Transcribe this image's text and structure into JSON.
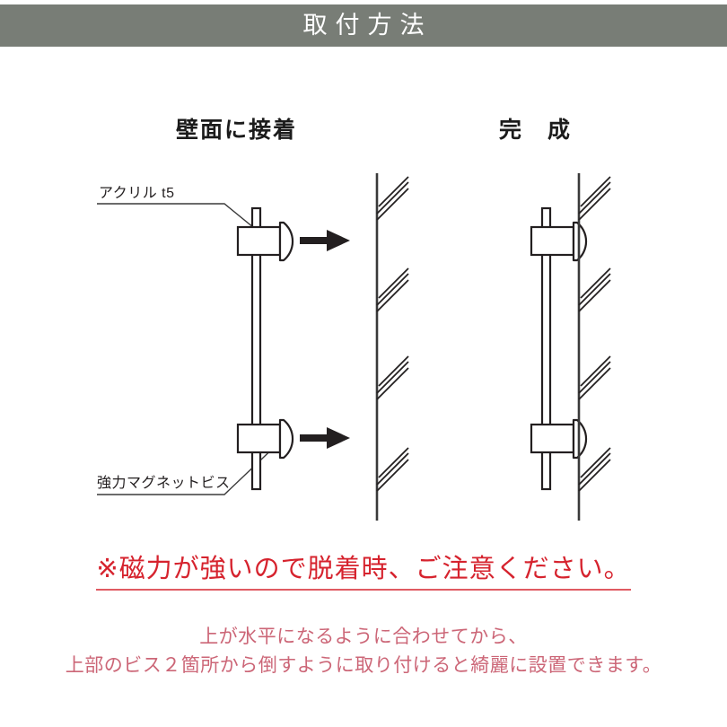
{
  "header": {
    "title": "取付方法",
    "background_color": "#787d76",
    "text_color": "#ffffff"
  },
  "sections": {
    "left_heading": "壁面に接着",
    "right_heading": "完　成"
  },
  "callouts": {
    "acrylic": "アクリル t5",
    "magnet_screw": "強力マグネットビス"
  },
  "diagram": {
    "left_panel": {
      "parts": [
        "acrylic-plate",
        "magnet-screw-upper",
        "magnet-screw-lower",
        "arrow-upper",
        "arrow-lower",
        "wall"
      ],
      "arrow_direction": "right",
      "wall_hatch_groups": 4,
      "wall_hatch_lines_per_group": 3
    },
    "right_panel": {
      "parts": [
        "acrylic-plate",
        "magnet-screw-upper",
        "magnet-screw-lower",
        "wall"
      ],
      "wall_hatch_groups": 4,
      "wall_hatch_lines_per_group": 3
    },
    "line_color": "#231f20",
    "arrow_color": "#231f20"
  },
  "warning": {
    "text": "※磁力が強いので脱着時、ご注意ください。",
    "color": "#d6232e",
    "underline_color": "#e05a62"
  },
  "notes": {
    "color": "#cc6677",
    "lines": [
      "上が水平になるように合わせてから、",
      "上部のビス２箇所から倒すように取り付けると綺麗に設置できます。"
    ]
  }
}
